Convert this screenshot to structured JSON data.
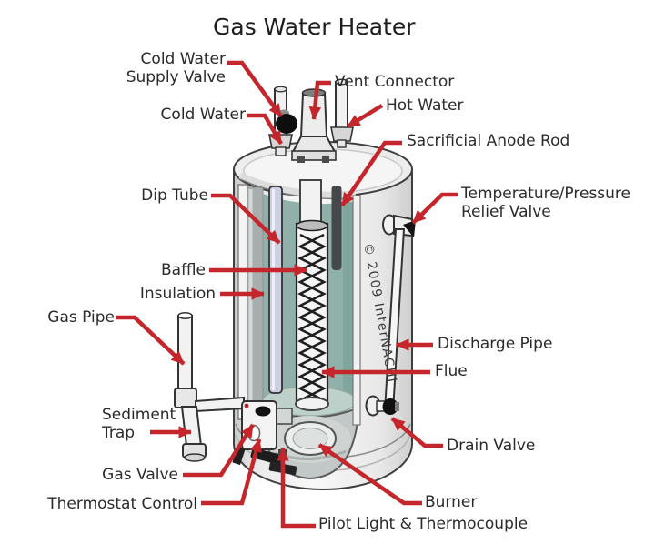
{
  "title": "Gas Water Heater",
  "copyright": "© 2009 InterNACHI",
  "colors": {
    "arrow_red": "#c4262b",
    "water_teal": "#8fb1a9",
    "water_teal_light": "#bdd0c9",
    "label_text": "#2b2b2b"
  },
  "labels": {
    "cold_water_supply_valve": "Cold Water\nSupply Valve",
    "cold_water": "Cold Water",
    "vent_connector": "Vent Connector",
    "hot_water": "Hot Water",
    "sacrificial_anode_rod": "Sacrificial Anode Rod",
    "temperature_pressure_relief_valve": "Temperature/Pressure\nRelief Valve",
    "dip_tube": "Dip Tube",
    "baffle": "Baffle",
    "insulation": "Insulation",
    "gas_pipe": "Gas Pipe",
    "discharge_pipe": "Discharge Pipe",
    "flue": "Flue",
    "sediment_trap": "Sediment\nTrap",
    "gas_valve": "Gas Valve",
    "thermostat_control": "Thermostat Control",
    "drain_valve": "Drain Valve",
    "burner": "Burner",
    "pilot_light_thermocouple": "Pilot Light & Thermocouple"
  }
}
